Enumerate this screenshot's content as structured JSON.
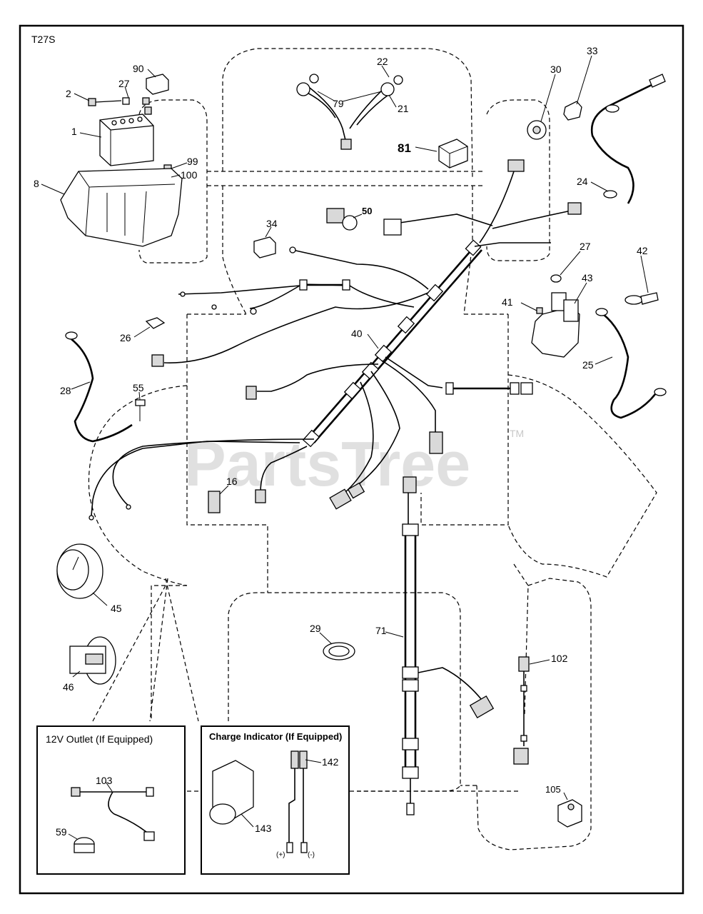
{
  "diagram": {
    "code": "T27S",
    "watermark": "PartsTree",
    "watermark_tm": "TM"
  },
  "callouts": {
    "c90": "90",
    "c2": "2",
    "c27a": "27",
    "c1": "1",
    "c99": "99",
    "c100": "100",
    "c8": "8",
    "c22": "22",
    "c79": "79",
    "c21": "21",
    "c81": "81",
    "c30": "30",
    "c33": "33",
    "c24": "24",
    "c34": "34",
    "c50": "50",
    "c27b": "27",
    "c42": "42",
    "c43": "43",
    "c41": "41",
    "c26": "26",
    "c40": "40",
    "c25": "25",
    "c28": "28",
    "c55": "55",
    "c16": "16",
    "c45": "45",
    "c29": "29",
    "c71": "71",
    "c102": "102",
    "c46": "46",
    "c103": "103",
    "c59": "59",
    "c142": "142",
    "c143": "143",
    "c105": "105"
  },
  "insets": {
    "outlet_title": "12V Outlet (If Equipped)",
    "charge_title": "Charge Indicator (If Equipped)",
    "plus": "(+)",
    "minus": "(-)"
  }
}
